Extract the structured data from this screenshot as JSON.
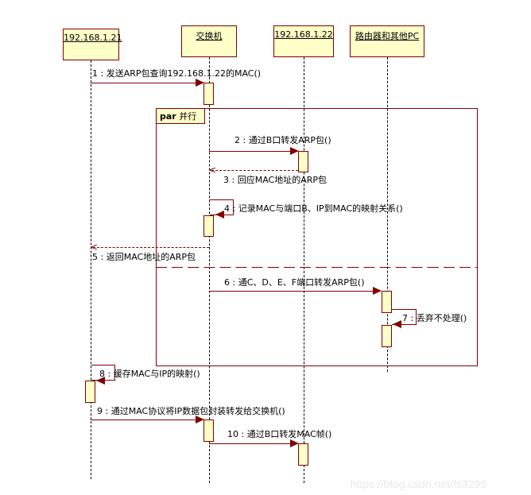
{
  "diagram": {
    "type": "sequence",
    "lifelines": [
      {
        "id": "host21",
        "label": "192.168.1.21"
      },
      {
        "id": "switch",
        "label": "交换机"
      },
      {
        "id": "host22",
        "label": "192.168.1.22"
      },
      {
        "id": "others",
        "label": "路由器和其他PC"
      }
    ],
    "fragment": {
      "keyword": "par",
      "label": "并行"
    },
    "messages": [
      {
        "n": "1",
        "text": "1 : 发送ARP包查询192.168.1.22的MAC()",
        "from": "host21",
        "to": "switch",
        "style": "sync"
      },
      {
        "n": "2",
        "text": "2 : 通过B口转发ARP包()",
        "from": "switch",
        "to": "host22",
        "style": "sync"
      },
      {
        "n": "3",
        "text": "3 : 回应MAC地址的ARP包",
        "from": "host22",
        "to": "switch",
        "style": "reply"
      },
      {
        "n": "4",
        "text": "4 : 记录MAC与端口B、IP到MAC的映射关系()",
        "from": "switch",
        "to": "switch",
        "style": "self"
      },
      {
        "n": "5",
        "text": "5 : 返回MAC地址的ARP包",
        "from": "switch",
        "to": "host21",
        "style": "reply"
      },
      {
        "n": "6",
        "text": "6 : 通C、D、E、F端口转发ARP包()",
        "from": "switch",
        "to": "others",
        "style": "sync"
      },
      {
        "n": "7",
        "text": "7 : 丢弃不处理()",
        "from": "others",
        "to": "others",
        "style": "self"
      },
      {
        "n": "8",
        "text": "8 : 缓存MAC与IP的映射()",
        "from": "host21",
        "to": "host21",
        "style": "self"
      },
      {
        "n": "9",
        "text": "9 : 通过MAC协议将IP数据包封装转发给交换机()",
        "from": "host21",
        "to": "switch",
        "style": "sync"
      },
      {
        "n": "10",
        "text": "10 : 通过B口转发MAC帧()",
        "from": "switch",
        "to": "host22",
        "style": "sync"
      }
    ]
  },
  "watermark": "https://blog.csdn.net/fs3296",
  "colors": {
    "line": "#800000",
    "box_fill": "#ffffc8",
    "background": "#ffffff"
  }
}
